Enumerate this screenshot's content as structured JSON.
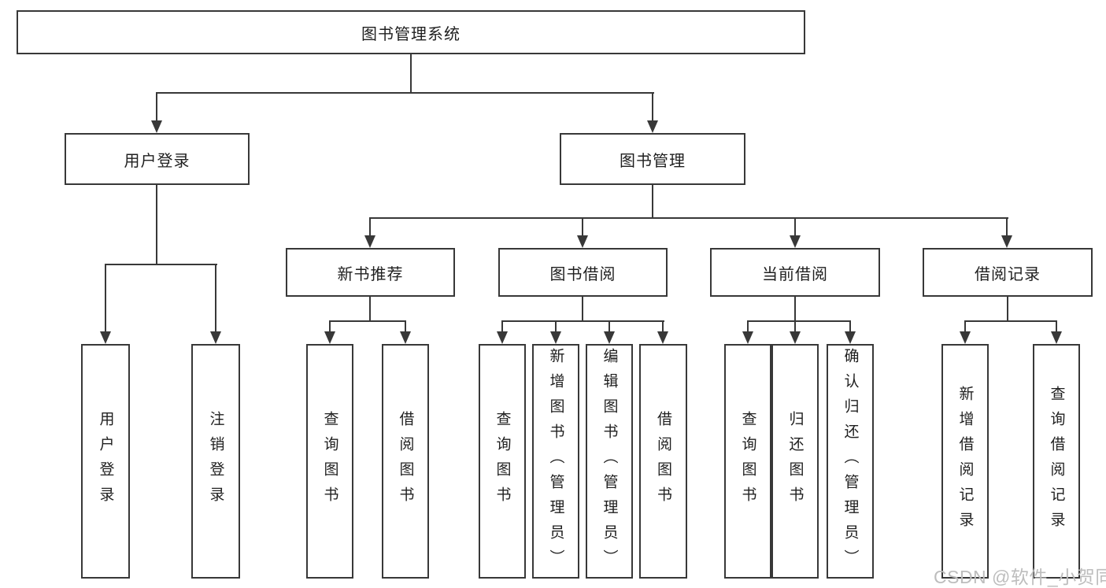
{
  "colors": {
    "line": "#383838",
    "text": "#1f1f1f",
    "background": "#ffffff",
    "watermark": "#bdbdbd"
  },
  "tree": {
    "label": "图书管理系统",
    "children": [
      {
        "label": "用户登录",
        "children": [
          {
            "label": "用户登录"
          },
          {
            "label": "注销登录"
          }
        ]
      },
      {
        "label": "图书管理",
        "children": [
          {
            "label": "新书推荐",
            "children": [
              {
                "label": "查询图书"
              },
              {
                "label": "借阅图书"
              }
            ]
          },
          {
            "label": "图书借阅",
            "children": [
              {
                "label": "查询图书"
              },
              {
                "label": "新增图书（管理员）"
              },
              {
                "label": "编辑图书（管理员）"
              },
              {
                "label": "借阅图书"
              }
            ]
          },
          {
            "label": "当前借阅",
            "children": [
              {
                "label": "查询图书"
              },
              {
                "label": "归还图书"
              },
              {
                "label": "确认归还（管理员）"
              }
            ]
          },
          {
            "label": "借阅记录",
            "children": [
              {
                "label": "新增借阅记录"
              },
              {
                "label": "查询借阅记录"
              }
            ]
          }
        ]
      }
    ]
  },
  "watermark": {
    "text": "CSDN @软件_小贺同学"
  }
}
